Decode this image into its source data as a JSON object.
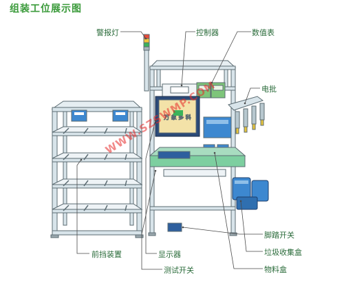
{
  "title": "组装工位展示图",
  "labels": {
    "alarm_light": "警报灯",
    "controller": "控制器",
    "meter": "数值表",
    "screwdriver": "电批",
    "front_guard": "前挡装置",
    "display": "显示器",
    "test_switch": "测试开关",
    "foot_switch": "脚踏开关",
    "waste_box": "垃圾收集盒",
    "material_box": "物料盒"
  },
  "watermark": "WWW.SZSWMP.COM",
  "colors": {
    "label": "#2a6b3a",
    "title": "#3a9a3a",
    "frame": "#d8e4ea",
    "frame_stroke": "#5b6b72",
    "bench": "#7dcfa0",
    "blue_box": "#3d88d0",
    "leader": "#4a4a4a"
  }
}
